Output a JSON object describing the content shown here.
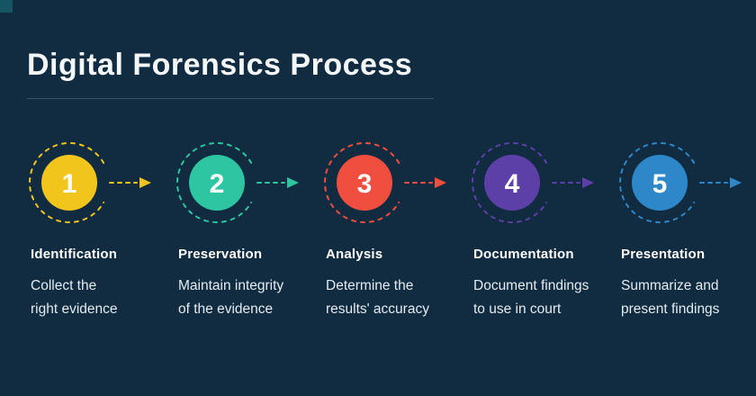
{
  "title": "Digital Forensics Process",
  "background_color": "#112b40",
  "corner_accent_color": "#155561",
  "steps": [
    {
      "number": "1",
      "title": "Identification",
      "description_line1": "Collect the",
      "description_line2": "right evidence",
      "color": "#f2c51d"
    },
    {
      "number": "2",
      "title": "Preservation",
      "description_line1": "Maintain integrity",
      "description_line2": "of the evidence",
      "color": "#2dc5a2"
    },
    {
      "number": "3",
      "title": "Analysis",
      "description_line1": "Determine the",
      "description_line2": "results' accuracy",
      "color": "#f04e3e"
    },
    {
      "number": "4",
      "title": "Documentation",
      "description_line1": "Document findings",
      "description_line2": "to use in court",
      "color": "#5d3fa8"
    },
    {
      "number": "5",
      "title": "Presentation",
      "description_line1": "Summarize and",
      "description_line2": "present findings",
      "color": "#2d87c8"
    }
  ]
}
